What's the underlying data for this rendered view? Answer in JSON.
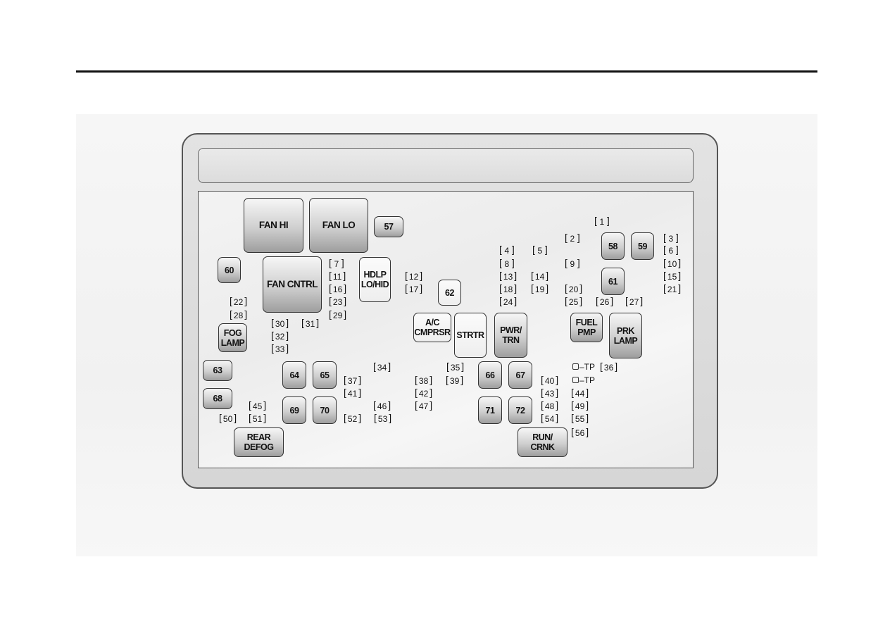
{
  "relays": [
    {
      "id": "fan-hi",
      "label": "FAN HI"
    },
    {
      "id": "fan-lo",
      "label": "FAN LO"
    },
    {
      "id": "r57",
      "label": "57"
    },
    {
      "id": "r60",
      "label": "60"
    },
    {
      "id": "fan-cntrl",
      "label": "FAN CNTRL"
    },
    {
      "id": "hdlp",
      "label": "HDLP\nLO/HID"
    },
    {
      "id": "r62",
      "label": "62"
    },
    {
      "id": "ac",
      "label": "A/C\nCMPRSR"
    },
    {
      "id": "strtr",
      "label": "STRTR"
    },
    {
      "id": "pwr-trn",
      "label": "PWR/\nTRN"
    },
    {
      "id": "fuel-pmp",
      "label": "FUEL\nPMP"
    },
    {
      "id": "prk-lamp",
      "label": "PRK\nLAMP"
    },
    {
      "id": "r58",
      "label": "58"
    },
    {
      "id": "r59",
      "label": "59"
    },
    {
      "id": "r61",
      "label": "61"
    },
    {
      "id": "fog-lamp",
      "label": "FOG\nLAMP"
    },
    {
      "id": "r63",
      "label": "63"
    },
    {
      "id": "r68",
      "label": "68"
    },
    {
      "id": "r64",
      "label": "64"
    },
    {
      "id": "r65",
      "label": "65"
    },
    {
      "id": "r69",
      "label": "69"
    },
    {
      "id": "r70",
      "label": "70"
    },
    {
      "id": "r66",
      "label": "66"
    },
    {
      "id": "r67",
      "label": "67"
    },
    {
      "id": "r71",
      "label": "71"
    },
    {
      "id": "r72",
      "label": "72"
    },
    {
      "id": "rear-defog",
      "label": "REAR\nDEFOG"
    },
    {
      "id": "run-crnk",
      "label": "RUN/\nCRNK"
    }
  ],
  "fuses": [
    "1",
    "2",
    "3",
    "4",
    "5",
    "6",
    "7",
    "8",
    "9",
    "10",
    "11",
    "12",
    "13",
    "14",
    "15",
    "16",
    "17",
    "18",
    "19",
    "20",
    "21",
    "22",
    "23",
    "24",
    "25",
    "26",
    "27",
    "28",
    "29",
    "30",
    "31",
    "32",
    "33",
    "34",
    "35",
    "36",
    "37",
    "38",
    "39",
    "40",
    "41",
    "42",
    "43",
    "44",
    "45",
    "46",
    "47",
    "48",
    "49",
    "50",
    "51",
    "52",
    "53",
    "54",
    "55",
    "56"
  ],
  "test_points": [
    "–TP",
    "–TP"
  ]
}
